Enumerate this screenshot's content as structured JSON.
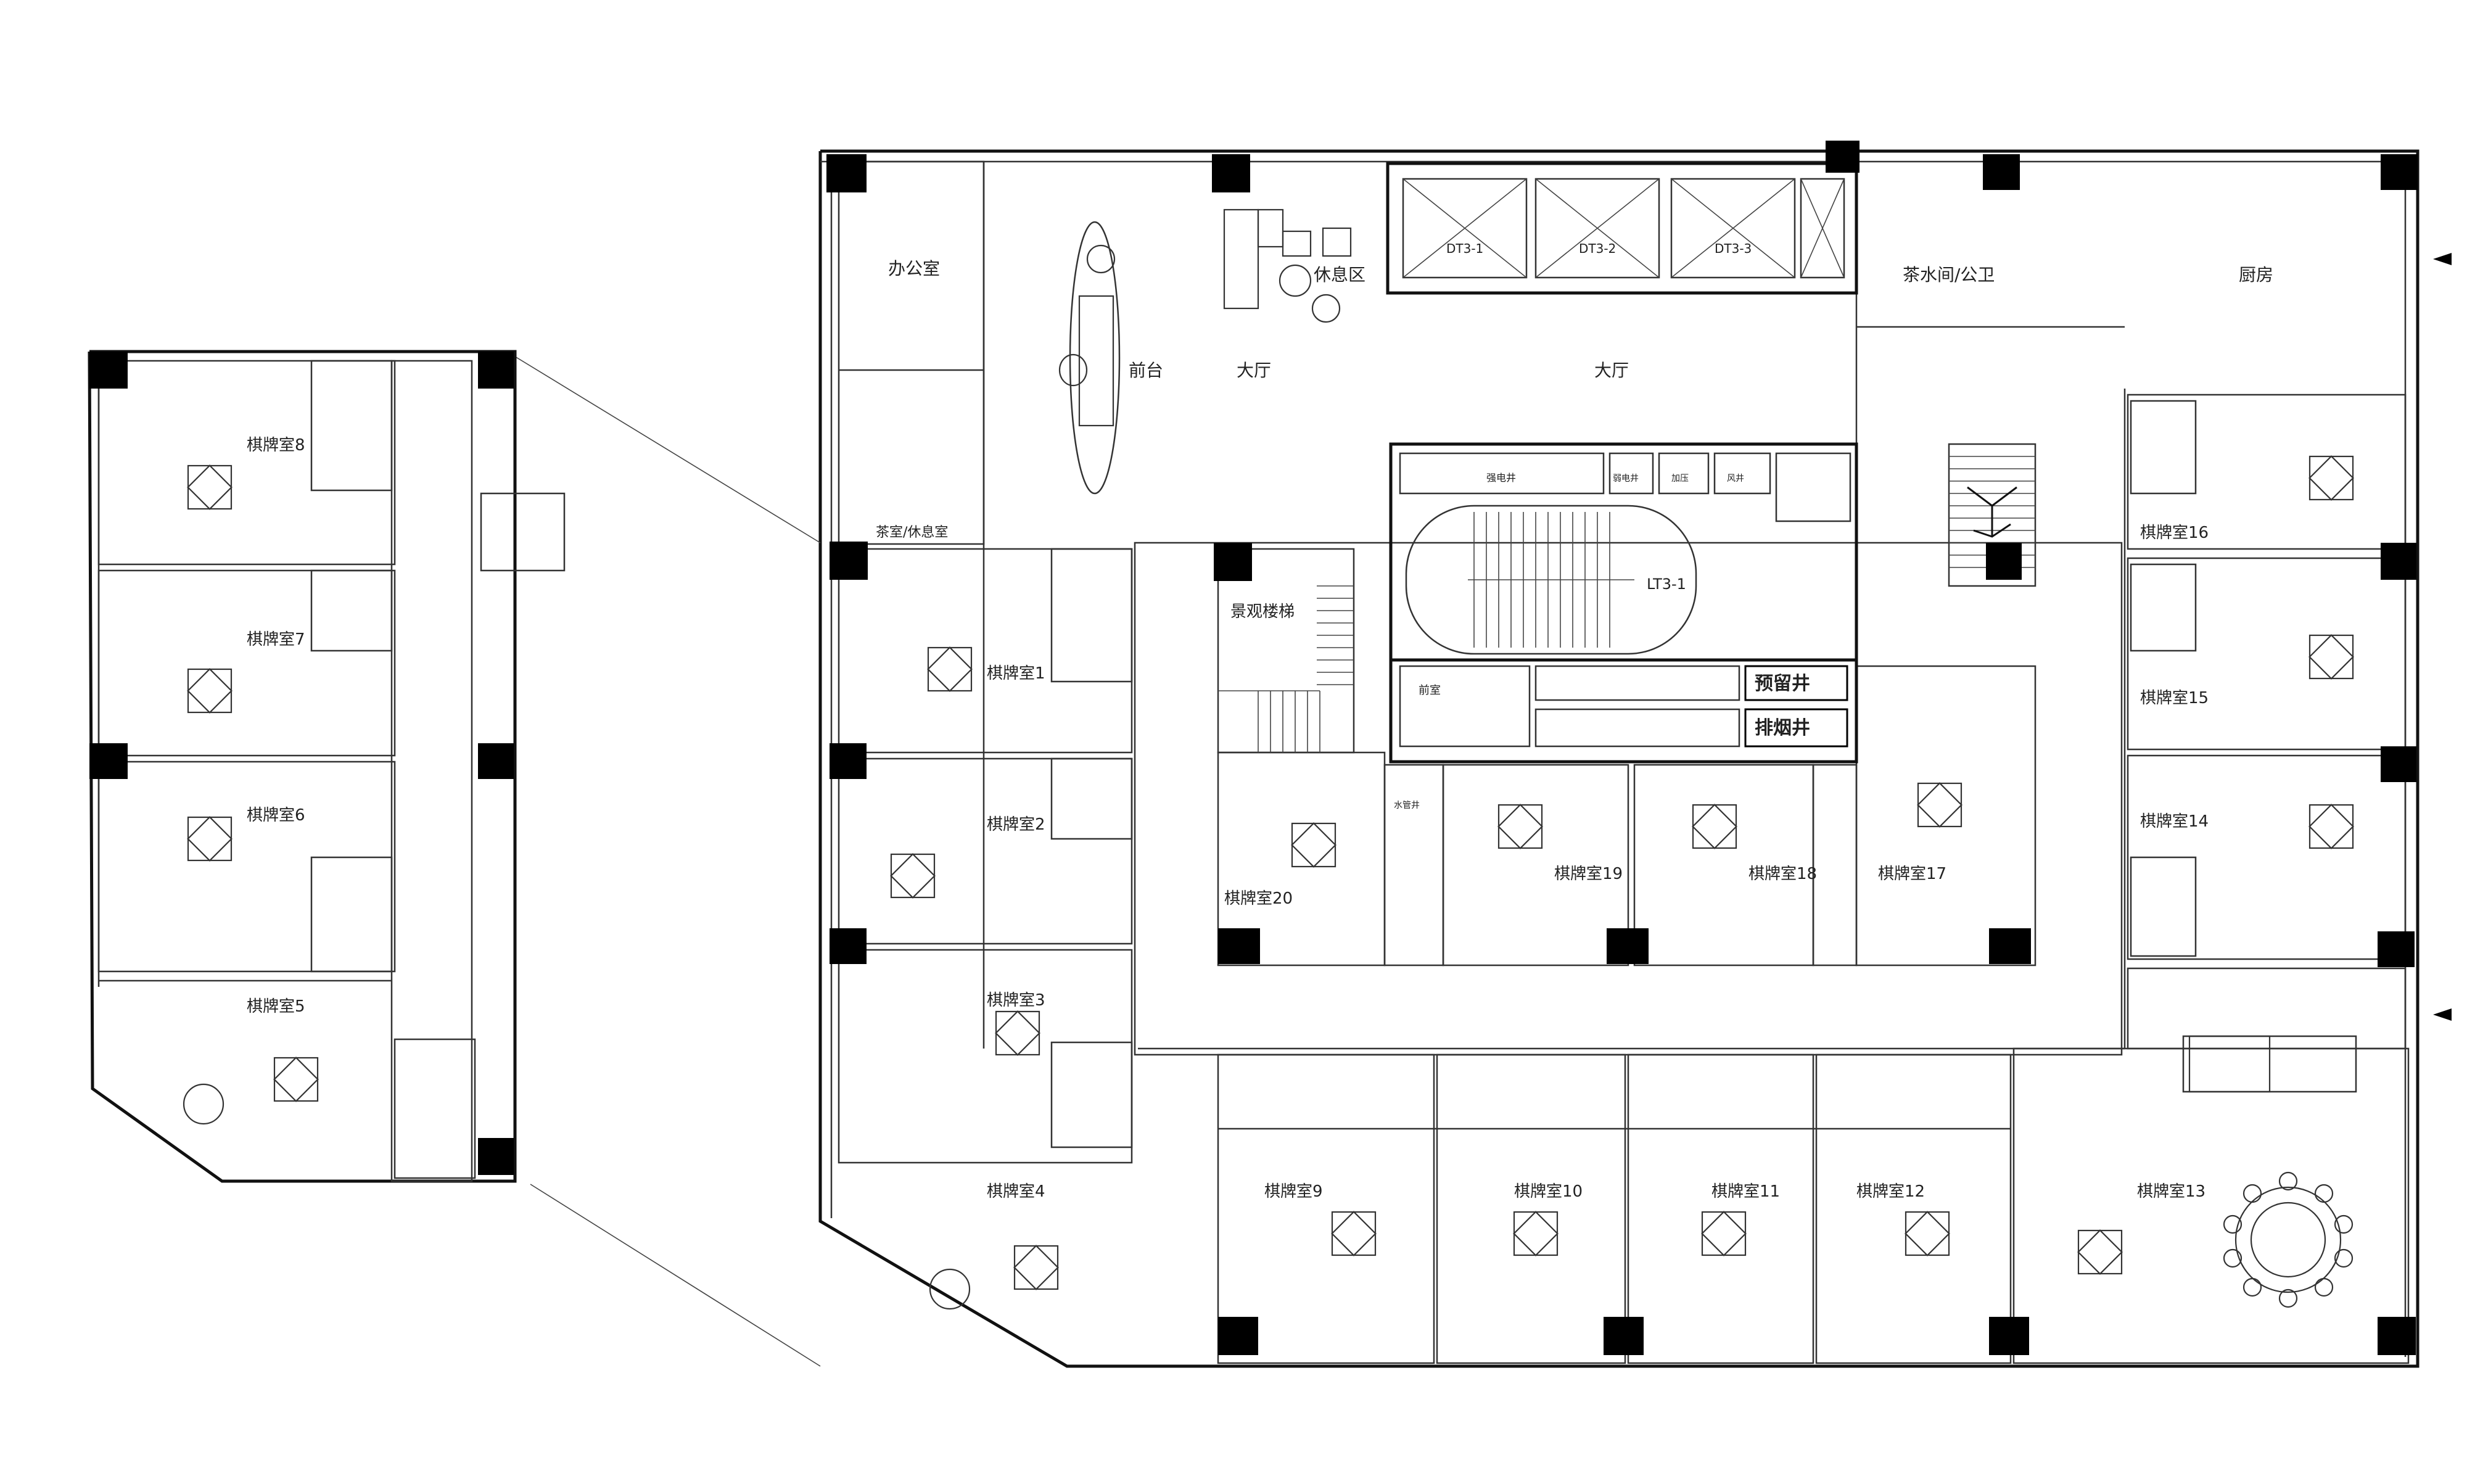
{
  "colors": {
    "wall": "#111111",
    "column": "#000000",
    "background": "#ffffff"
  },
  "rooms": [
    {
      "id": "office",
      "label": "办公室"
    },
    {
      "id": "tea-lounge",
      "label": "茶室/休息室"
    },
    {
      "id": "reception",
      "label": "前台"
    },
    {
      "id": "hall-1",
      "label": "大厅"
    },
    {
      "id": "lounge",
      "label": "休息区"
    },
    {
      "id": "hall-2",
      "label": "大厅"
    },
    {
      "id": "pantry",
      "label": "茶水间/公卫"
    },
    {
      "id": "kitchen",
      "label": "厨房"
    },
    {
      "id": "stair-view",
      "label": "景观楼梯"
    },
    {
      "id": "stair-core",
      "label": "LT3-1"
    },
    {
      "id": "reserved-shaft",
      "label": "预留井"
    },
    {
      "id": "smoke-shaft",
      "label": "排烟井"
    },
    {
      "id": "r1",
      "label": "棋牌室1"
    },
    {
      "id": "r2",
      "label": "棋牌室2"
    },
    {
      "id": "r3",
      "label": "棋牌室3"
    },
    {
      "id": "r4",
      "label": "棋牌室4"
    },
    {
      "id": "r9",
      "label": "棋牌室9"
    },
    {
      "id": "r10",
      "label": "棋牌室10"
    },
    {
      "id": "r11",
      "label": "棋牌室11"
    },
    {
      "id": "r12",
      "label": "棋牌室12"
    },
    {
      "id": "r13",
      "label": "棋牌室13"
    },
    {
      "id": "r14",
      "label": "棋牌室14"
    },
    {
      "id": "r15",
      "label": "棋牌室15"
    },
    {
      "id": "r16",
      "label": "棋牌室16"
    },
    {
      "id": "r17",
      "label": "棋牌室17"
    },
    {
      "id": "r18",
      "label": "棋牌室18"
    },
    {
      "id": "r19",
      "label": "棋牌室19"
    },
    {
      "id": "r20",
      "label": "棋牌室20"
    },
    {
      "id": "r5",
      "label": "棋牌室5"
    },
    {
      "id": "r6",
      "label": "棋牌室6"
    },
    {
      "id": "r7",
      "label": "棋牌室7"
    },
    {
      "id": "r8",
      "label": "棋牌室8"
    }
  ],
  "small_labels": [
    {
      "id": "dt-1",
      "label": "DT3-1"
    },
    {
      "id": "dt-2",
      "label": "DT3-2"
    },
    {
      "id": "dt-3",
      "label": "DT3-3"
    },
    {
      "id": "shaft-a",
      "label": "前室"
    },
    {
      "id": "shaft-b",
      "label": "强电井"
    },
    {
      "id": "shaft-c",
      "label": "弱电井"
    },
    {
      "id": "shaft-d",
      "label": "加压"
    },
    {
      "id": "shaft-e",
      "label": "风井"
    },
    {
      "id": "shaft-f",
      "label": "水管井"
    }
  ]
}
